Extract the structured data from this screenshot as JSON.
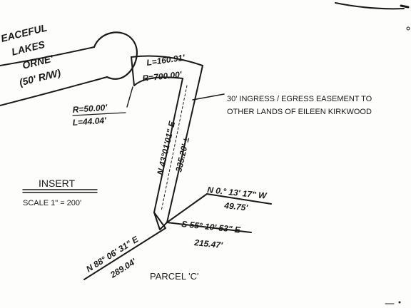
{
  "road": {
    "name_lines": [
      "EACEFUL",
      "LAKES",
      "ORNE'",
      "(50' R/W)"
    ]
  },
  "curves": {
    "large_arc_length": "L=160.91'",
    "large_arc_radius": "R=700.00'",
    "cul_de_sac_radius": "R=50.00'",
    "cul_de_sac_length": "L=44.04'"
  },
  "easement": {
    "line1": "30' INGRESS / EGRESS EASEMENT TO",
    "line2": "OTHER LANDS OF EILEEN KIRKWOOD"
  },
  "bearings": {
    "main_bearing": "N 43°01'01\" E",
    "main_distance": "335.20' ±",
    "north_bearing": "N 0.° 13' 17\" W",
    "north_distance": "49.75'",
    "south_bearing": "S 55° 10' 53\" E",
    "south_distance": "215.47'",
    "lower_bearing": "N 88° 06' 31\" E",
    "lower_distance": "289.04'"
  },
  "insert": {
    "title": "INSERT",
    "scale": "SCALE 1\" = 200'"
  },
  "parcel": {
    "label": "PARCEL 'C'"
  },
  "colors": {
    "ink": "#1a1a1a",
    "paper": "#fdfdfb"
  }
}
